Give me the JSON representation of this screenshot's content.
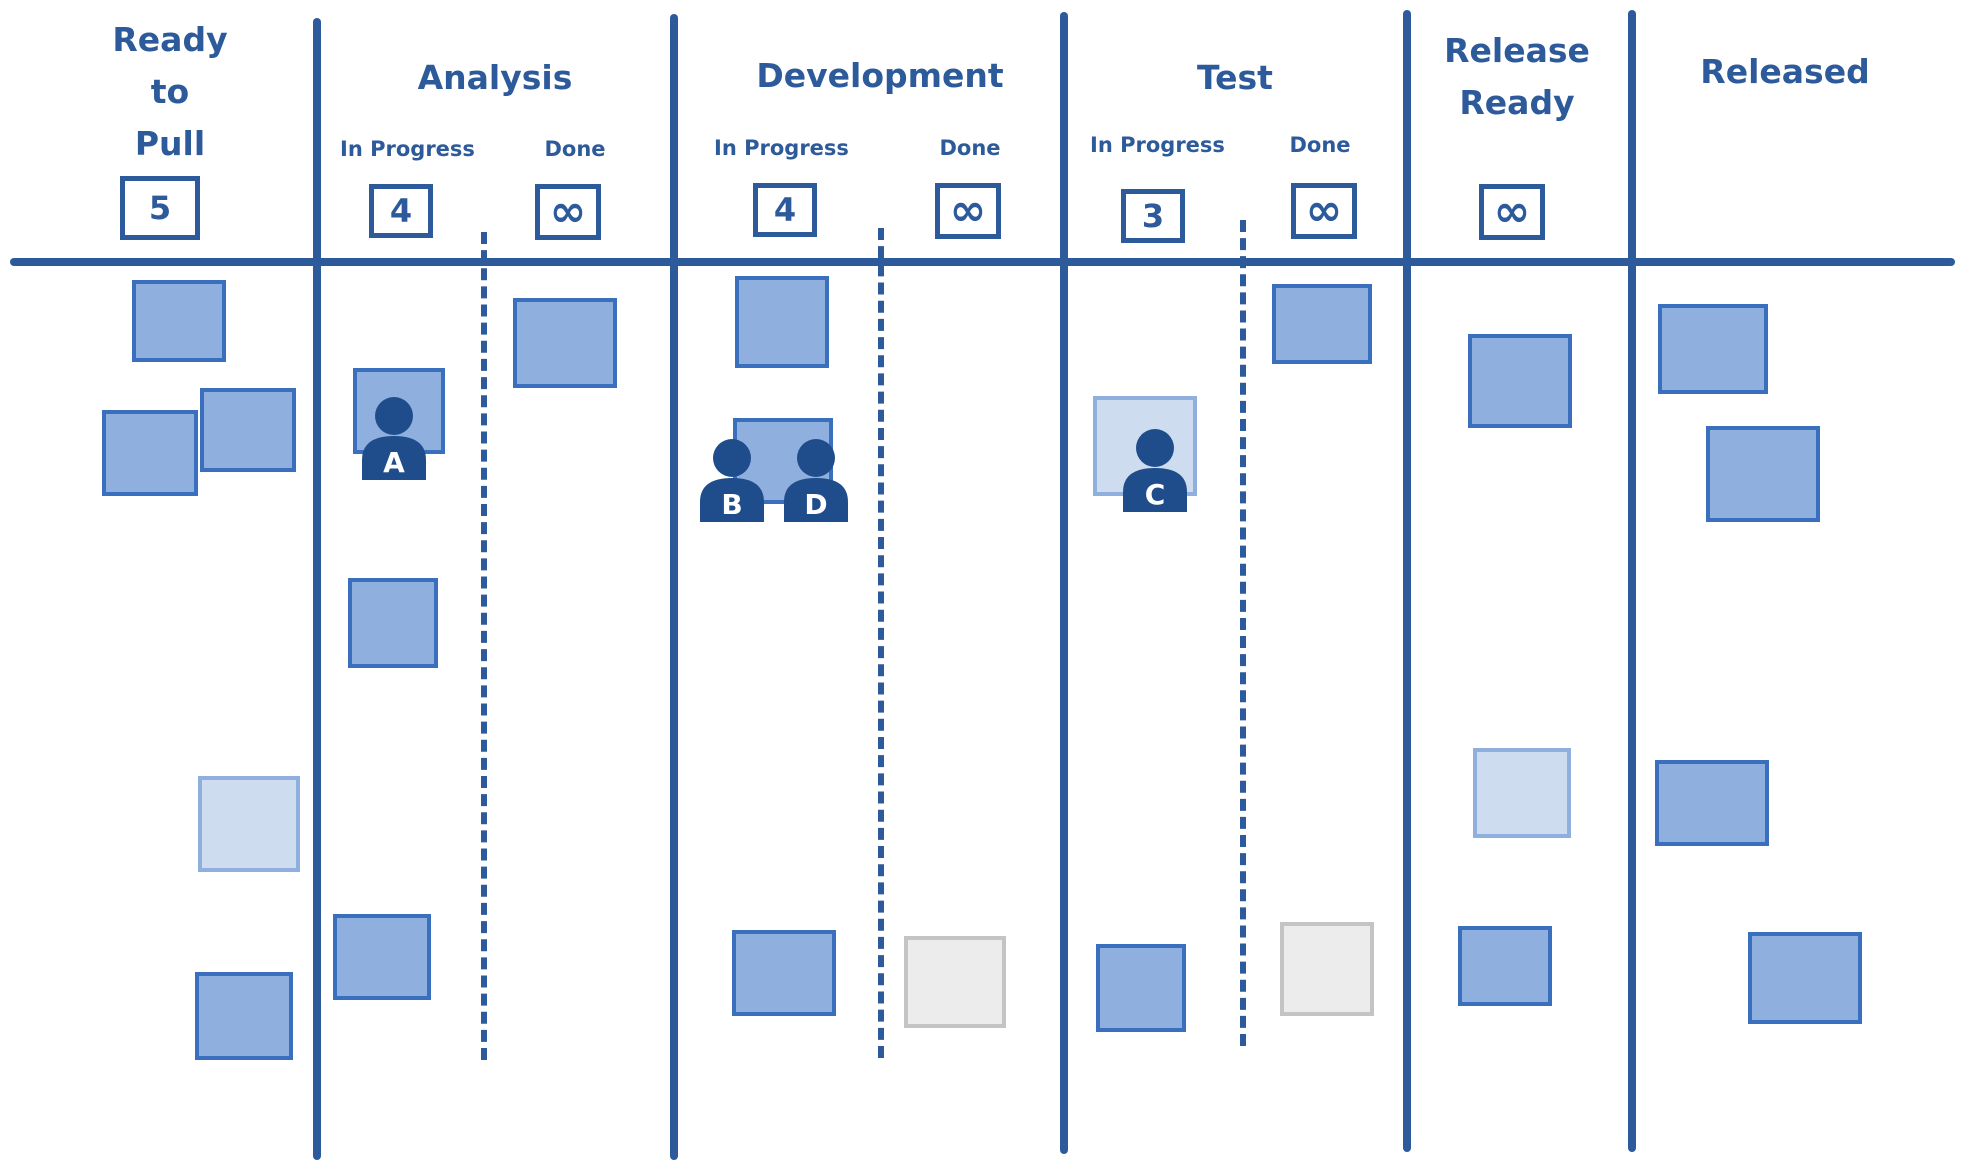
{
  "columns": {
    "ready_to_pull": {
      "title_lines": [
        "Ready",
        "to",
        "Pull"
      ],
      "wip": "5"
    },
    "analysis": {
      "title": "Analysis",
      "in_progress": "In Progress",
      "done": "Done",
      "wip_in_progress": "4",
      "wip_done": "∞"
    },
    "development": {
      "title": "Development",
      "in_progress": "In Progress",
      "done": "Done",
      "wip_in_progress": "4",
      "wip_done": "∞"
    },
    "test": {
      "title": "Test",
      "in_progress": "In Progress",
      "done": "Done",
      "wip_in_progress": "3",
      "wip_done": "∞"
    },
    "release_ready": {
      "title_lines": [
        "Release",
        "Ready"
      ],
      "wip": "∞"
    },
    "released": {
      "title": "Released"
    }
  },
  "workers": [
    {
      "id": "A",
      "label": "A"
    },
    {
      "id": "B",
      "label": "B"
    },
    {
      "id": "D",
      "label": "D"
    },
    {
      "id": "C",
      "label": "C"
    }
  ],
  "colors": {
    "line": "#2d5a9a",
    "card": "#8fb0df",
    "card_border": "#3a6fbd",
    "card_light": "#cedcf0",
    "card_grey": "#ececec",
    "person": "#1f4d8c"
  }
}
